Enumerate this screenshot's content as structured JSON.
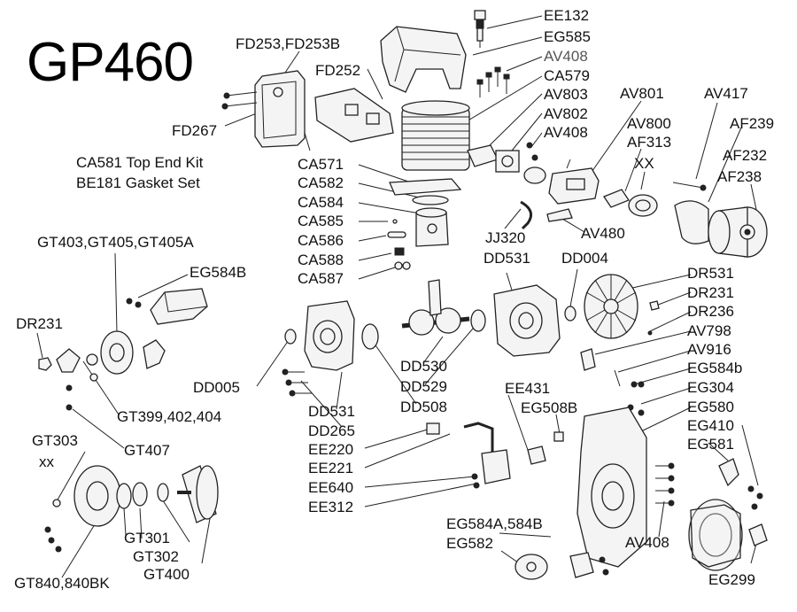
{
  "title": "GP460",
  "kits": [
    "CA581 Top End Kit",
    "BE181 Gasket Set"
  ],
  "labels": {
    "EE132": "EE132",
    "EG585": "EG585",
    "AV408_top": "AV408",
    "CA579": "CA579",
    "AV803": "AV803",
    "AV802": "AV802",
    "AV408_mid": "AV408",
    "AV801": "AV801",
    "AV417": "AV417",
    "AV800": "AV800",
    "AF313": "AF313",
    "XX_top": "XX",
    "AF239": "AF239",
    "AF232": "AF232",
    "AF238": "AF238",
    "FD253": "FD253,FD253B",
    "FD252": "FD252",
    "FD267": "FD267",
    "CA571": "CA571",
    "CA582": "CA582",
    "CA584": "CA584",
    "CA585": "CA585",
    "CA586": "CA586",
    "CA588": "CA588",
    "CA587": "CA587",
    "JJ320": "JJ320",
    "DD531_top": "DD531",
    "DD004": "DD004",
    "AV480": "AV480",
    "GT403": "GT403,GT405,GT405A",
    "EG584B": "EG584B",
    "DR231_left": "DR231",
    "DR531": "DR531",
    "DR231_right": "DR231",
    "DR236": "DR236",
    "AV798": "AV798",
    "AV916": "AV916",
    "EG584b": "EG584b",
    "EG304": "EG304",
    "EE431": "EE431",
    "EG508B": "EG508B",
    "EG580": "EG580",
    "EG410": "EG410",
    "EG581": "EG581",
    "DD005": "DD005",
    "DD530": "DD530",
    "DD529": "DD529",
    "DD508": "DD508",
    "DD531_bot": "DD531",
    "DD265": "DD265",
    "GT399": "GT399,402,404",
    "GT407": "GT407",
    "GT303": "GT303",
    "XX_bot": "xx",
    "EE220": "EE220",
    "EE221": "EE221",
    "EE640": "EE640",
    "EE312": "EE312",
    "EG584A": "EG584A,584B",
    "EG582": "EG582",
    "AV408_bot": "AV408",
    "GT301": "GT301",
    "GT302": "GT302",
    "GT400": "GT400",
    "GT840": "GT840,840BK",
    "EG299": "EG299"
  }
}
